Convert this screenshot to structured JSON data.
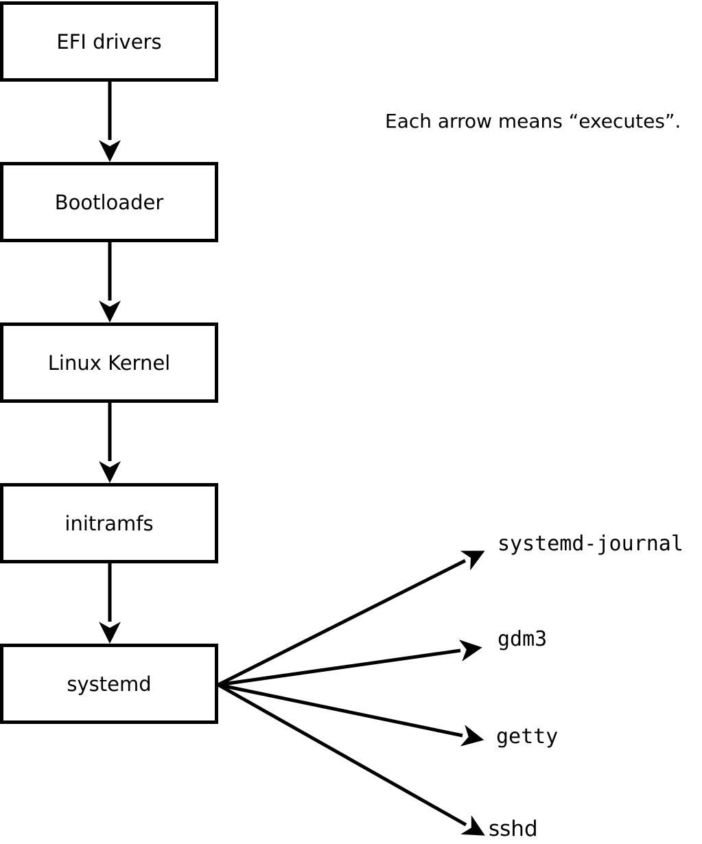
{
  "note": {
    "text": "Each arrow means “executes”."
  },
  "chain": [
    {
      "label": "EFI drivers"
    },
    {
      "label": "Bootloader"
    },
    {
      "label": "Linux Kernel"
    },
    {
      "label": "initramfs"
    },
    {
      "label": "systemd"
    }
  ],
  "spawned": [
    {
      "label": "systemd-journal"
    },
    {
      "label": "gdm3"
    },
    {
      "label": "getty"
    },
    {
      "label": "sshd"
    }
  ],
  "edges": [
    {
      "from": "EFI drivers",
      "to": "Bootloader",
      "meaning": "executes"
    },
    {
      "from": "Bootloader",
      "to": "Linux Kernel",
      "meaning": "executes"
    },
    {
      "from": "Linux Kernel",
      "to": "initramfs",
      "meaning": "executes"
    },
    {
      "from": "initramfs",
      "to": "systemd",
      "meaning": "executes"
    },
    {
      "from": "systemd",
      "to": "systemd-journal",
      "meaning": "executes"
    },
    {
      "from": "systemd",
      "to": "gdm3",
      "meaning": "executes"
    },
    {
      "from": "systemd",
      "to": "getty",
      "meaning": "executes"
    },
    {
      "from": "systemd",
      "to": "sshd",
      "meaning": "executes"
    }
  ],
  "colors": {
    "stroke": "#000000",
    "text": "#000000",
    "box_fill": "#ffffff",
    "background": "#ffffff"
  }
}
